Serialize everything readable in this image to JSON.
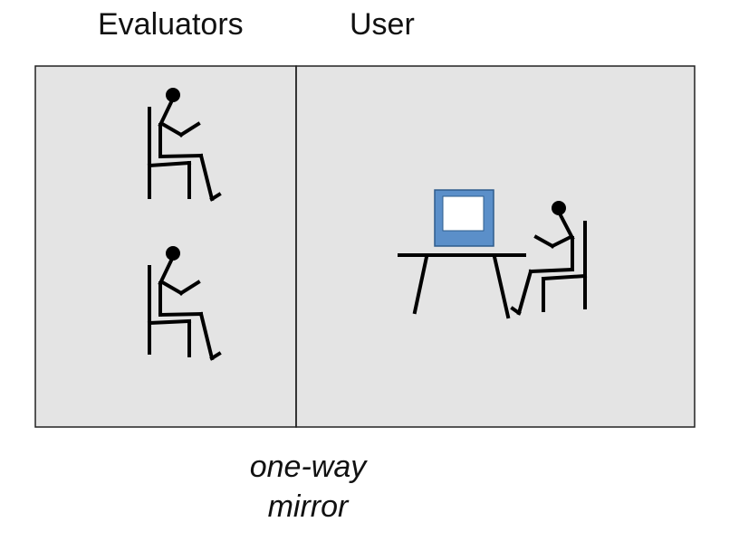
{
  "labels": {
    "evaluators": "Evaluators",
    "user": "User",
    "mirror_line1": "one-way",
    "mirror_line2": "mirror"
  },
  "colors": {
    "room_fill": "#e4e4e4",
    "room_stroke": "#222222",
    "figure_stroke": "#000000",
    "monitor_frame": "#5b8fc9",
    "monitor_screen": "#ffffff"
  }
}
